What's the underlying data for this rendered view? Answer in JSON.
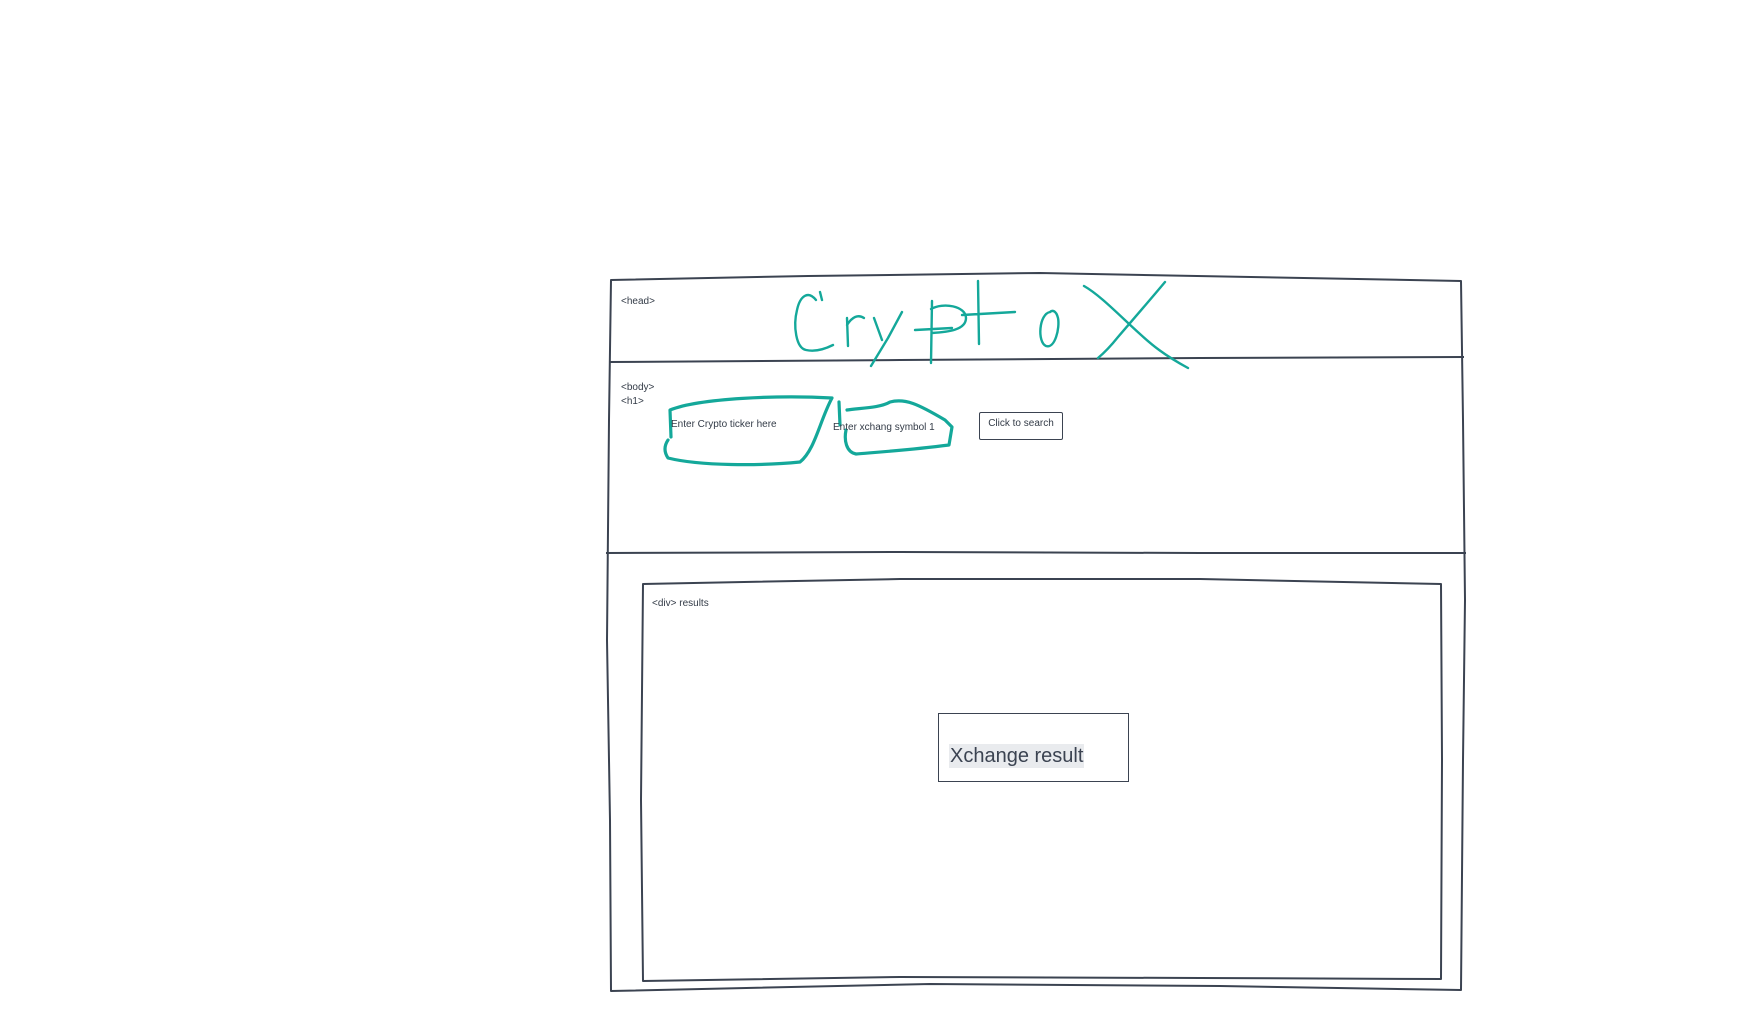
{
  "wireframe": {
    "logo_text": "CryptoX",
    "head_label": "<head>",
    "body_label": "<body>",
    "h1_label": "<h1>",
    "ticker_placeholder": "Enter Crypto ticker here",
    "xchange_placeholder": "Enter xchang symbol 1",
    "search_button_label": "Click to search",
    "results_label": "<div> results",
    "result_text": "Xchange result"
  },
  "colors": {
    "ink": "#3b4351",
    "accent": "#14a89a",
    "highlight": "#e9ebee"
  }
}
